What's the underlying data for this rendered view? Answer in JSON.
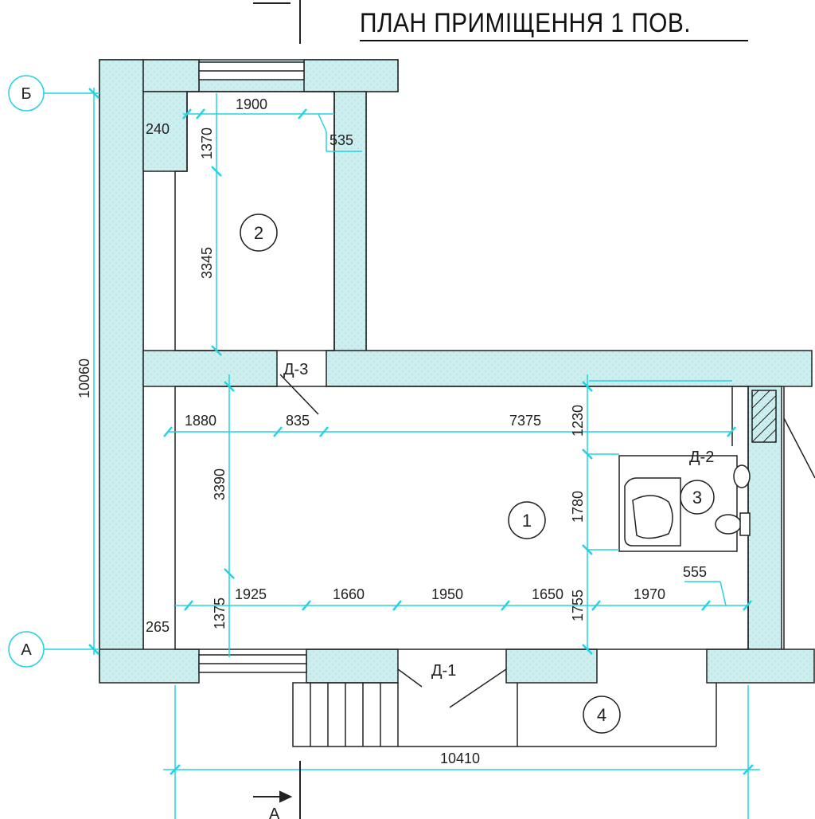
{
  "title": "ПЛАН ПРИМІЩЕННЯ 1 ПОВ.",
  "axes": {
    "b": "Б",
    "a": "А"
  },
  "rooms": {
    "r1": "1",
    "r2": "2",
    "r3": "3",
    "r4": "4"
  },
  "doors": {
    "d1": "Д-1",
    "d2": "Д-2",
    "d3": "Д-3"
  },
  "section_mark": "А",
  "dimensions": {
    "d1900": "1900",
    "d240": "240",
    "d535": "535",
    "d1370": "1370",
    "d3345": "3345",
    "d10060": "10060",
    "d1880": "1880",
    "d835": "835",
    "d7375": "7375",
    "d1230": "1230",
    "d1780": "1780",
    "d3390": "3390",
    "d555": "555",
    "d1925": "1925",
    "d1660": "1660",
    "d1950": "1950",
    "d1650": "1650",
    "d1755": "1755",
    "d1970": "1970",
    "d265": "265",
    "d1375": "1375",
    "d10410": "10410"
  },
  "colors": {
    "dimension": "#22d3e6",
    "wall_fill": "#cdeeee",
    "line": "#222222"
  }
}
